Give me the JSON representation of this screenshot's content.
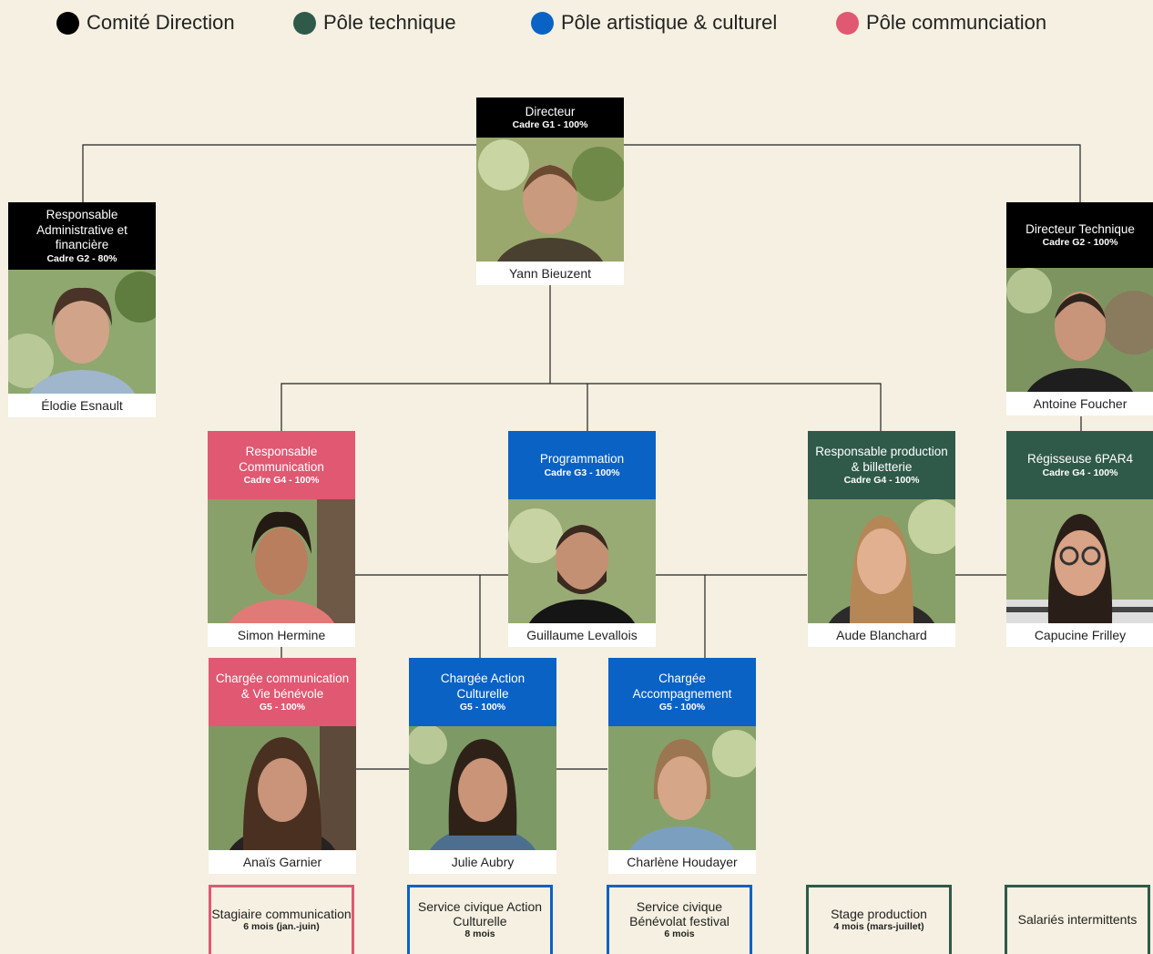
{
  "colors": {
    "background": "#f5f0e1",
    "direction": "#000000",
    "technique": "#2f5a4a",
    "artistique": "#0a62c5",
    "communication": "#e05872"
  },
  "legend": [
    {
      "label": "Comité Direction",
      "color": "#000000"
    },
    {
      "label": "Pôle technique",
      "color": "#2f5a4a"
    },
    {
      "label": "Pôle artistique & culturel",
      "color": "#0a62c5"
    },
    {
      "label": "Pôle communciation",
      "color": "#e05872"
    }
  ],
  "cards": {
    "directeur": {
      "role": "Directeur",
      "grade": "Cadre G1 - 100%",
      "name": "Yann Bieuzent"
    },
    "admin": {
      "role": "Responsable Administrative et financière",
      "grade": "Cadre G2 - 80%",
      "name": "Élodie Esnault"
    },
    "technique": {
      "role": "Directeur Technique",
      "grade": "Cadre G2 - 100%",
      "name": "Antoine Foucher"
    },
    "communication": {
      "role": "Responsable Communication",
      "grade": "Cadre G4 - 100%",
      "name": "Simon Hermine"
    },
    "programmation": {
      "role": "Programmation",
      "grade": "Cadre G3 - 100%",
      "name": "Guillaume Levallois"
    },
    "production": {
      "role": "Responsable production & billetterie",
      "grade": "Cadre G4 - 100%",
      "name": "Aude Blanchard"
    },
    "regisseuse": {
      "role": "Régisseuse 6PAR4",
      "grade": "Cadre G4 - 100%",
      "name": "Capucine Frilley"
    },
    "benevole": {
      "role": "Chargée communication & Vie bénévole",
      "grade": "G5 - 100%",
      "name": "Anaïs Garnier"
    },
    "action": {
      "role": "Chargée Action Culturelle",
      "grade": "G5 - 100%",
      "name": "Julie Aubry"
    },
    "accompagnement": {
      "role": "Chargée Accompagnement",
      "grade": "G5 - 100%",
      "name": "Charlène Houdayer"
    }
  },
  "boxes": [
    {
      "title": "Stagiaire communication",
      "detail": "6 mois (jan.-juin)",
      "color": "#e05872"
    },
    {
      "title": "Service civique Action Culturelle",
      "detail": "8 mois",
      "color": "#0a62c5"
    },
    {
      "title": "Service civique Bénévolat festival",
      "detail": "6 mois",
      "color": "#0a62c5"
    },
    {
      "title": "Stage production",
      "detail": "4 mois (mars-juillet)",
      "color": "#2f5a4a"
    },
    {
      "title": "Salariés intermittents",
      "detail": "",
      "color": "#2f5a4a"
    }
  ]
}
